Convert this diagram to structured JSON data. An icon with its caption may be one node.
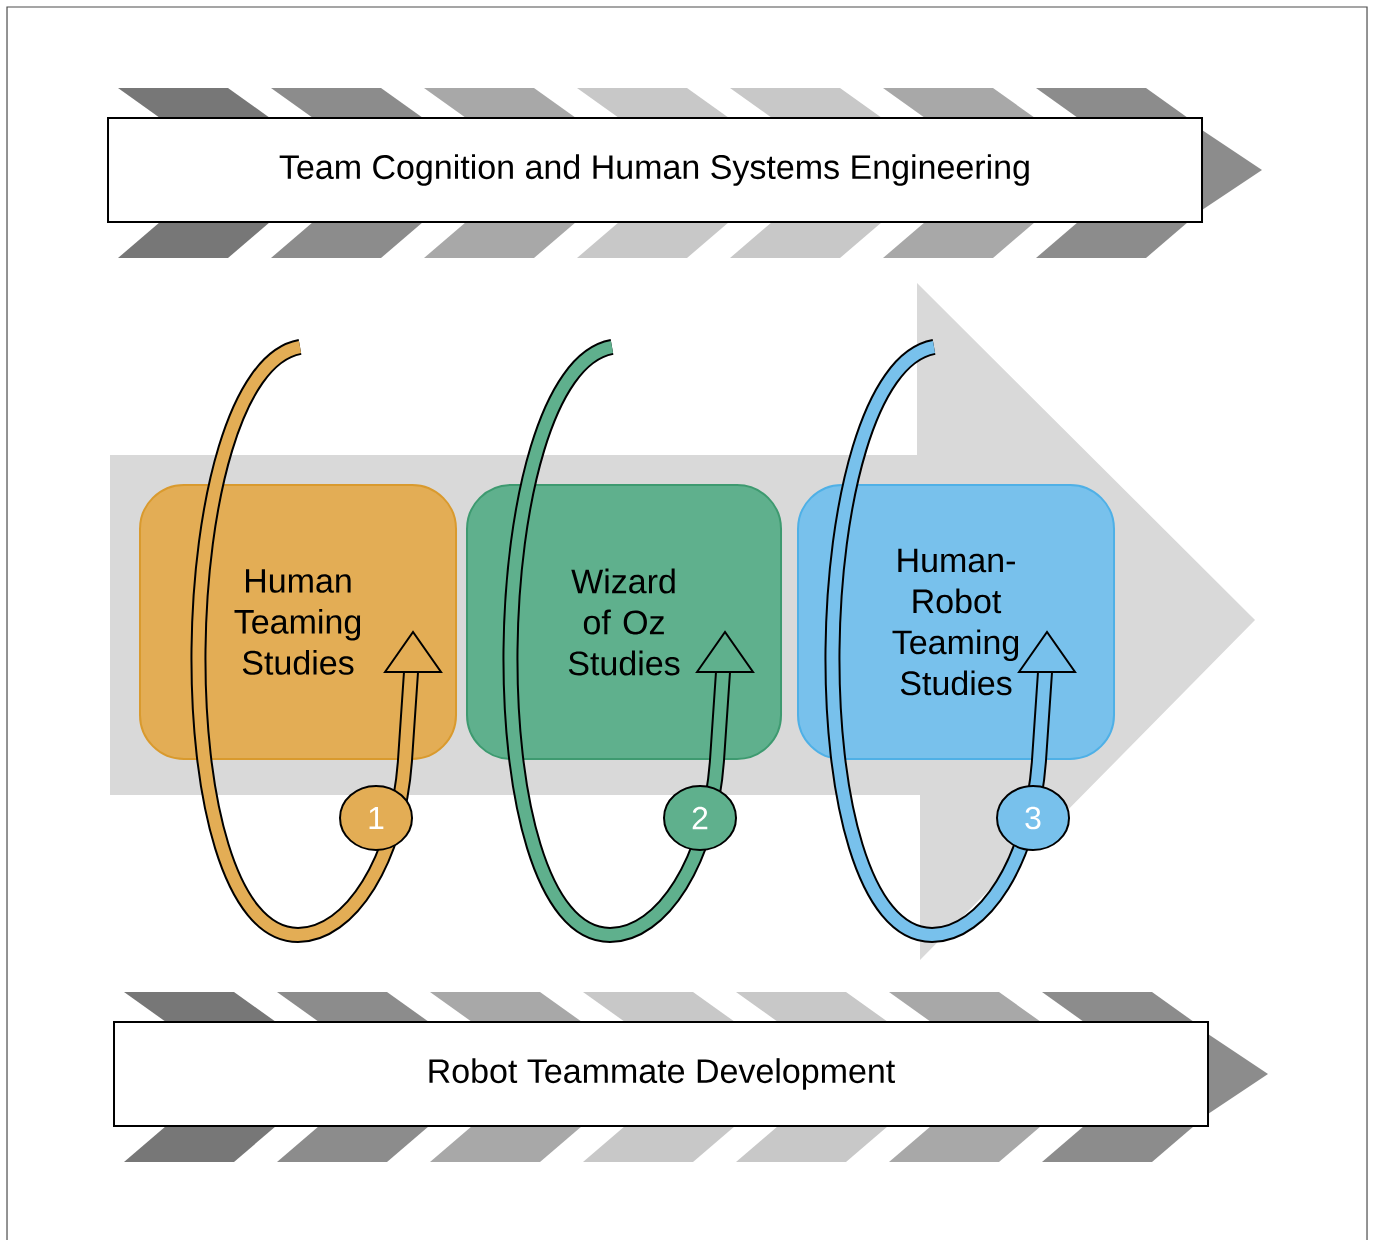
{
  "diagram": {
    "nodes": [
      {
        "text": [
          "Team Cognition and Human Systems Engineering"
        ]
      },
      {
        "text": [
          "Human Teaming Studies"
        ]
      },
      {
        "text": [
          "Wizard of Oz Studies"
        ]
      },
      {
        "text": [
          "Human-Robot Teaming Studies"
        ]
      },
      {
        "text": [
          "1"
        ]
      },
      {
        "text": [
          "2"
        ]
      },
      {
        "text": [
          "3"
        ]
      },
      {
        "text": [
          "Robot Teammate Development"
        ]
      }
    ]
  }
}
